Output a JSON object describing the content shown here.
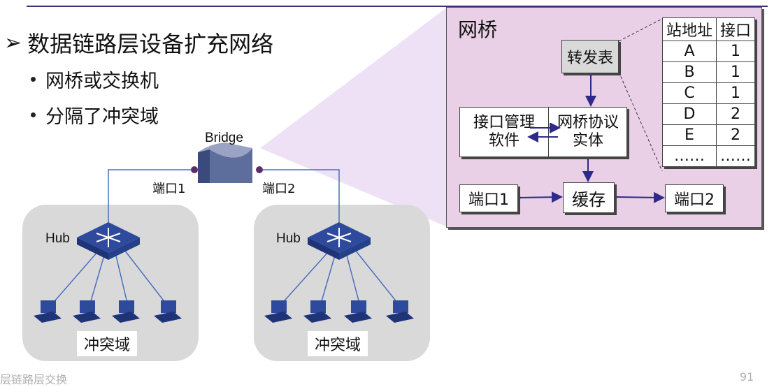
{
  "slide": {
    "title_marker": "➢",
    "title": "数据链路层设备扩充网络",
    "bullets": [
      "网桥或交换机",
      "分隔了冲突域"
    ]
  },
  "network": {
    "bridge_label": "Bridge",
    "port1_label": "端口1",
    "port2_label": "端口2",
    "hub_left_label": "Hub",
    "hub_right_label": "Hub",
    "domain_left_label": "冲突域",
    "domain_right_label": "冲突域"
  },
  "bridge_panel": {
    "title": "网桥",
    "forwarding_table": "转发表",
    "mgmt_software": [
      "接口管理",
      "软件"
    ],
    "protocol_entity": [
      "网桥协议",
      "实体"
    ],
    "buffer": "缓存",
    "port1": "端口1",
    "port2": "端口2",
    "address_table": {
      "headers": [
        "站地址",
        "接口"
      ],
      "rows": [
        [
          "A",
          "1"
        ],
        [
          "B",
          "1"
        ],
        [
          "C",
          "1"
        ],
        [
          "D",
          "2"
        ],
        [
          "E",
          "2"
        ],
        [
          "……",
          "……"
        ]
      ]
    }
  },
  "footer": {
    "left": "层链路层交换",
    "right": "91"
  },
  "colors": {
    "panel_bg": "#e9d0e6",
    "zoom_fill": "#efe1f5",
    "link_blue": "#4a6fbf",
    "arrow_navy": "#2e2a8a",
    "device_blue": "#2d4a9c",
    "port_dot": "#5a2d6b",
    "domain_grey": "#d9d9d9"
  }
}
